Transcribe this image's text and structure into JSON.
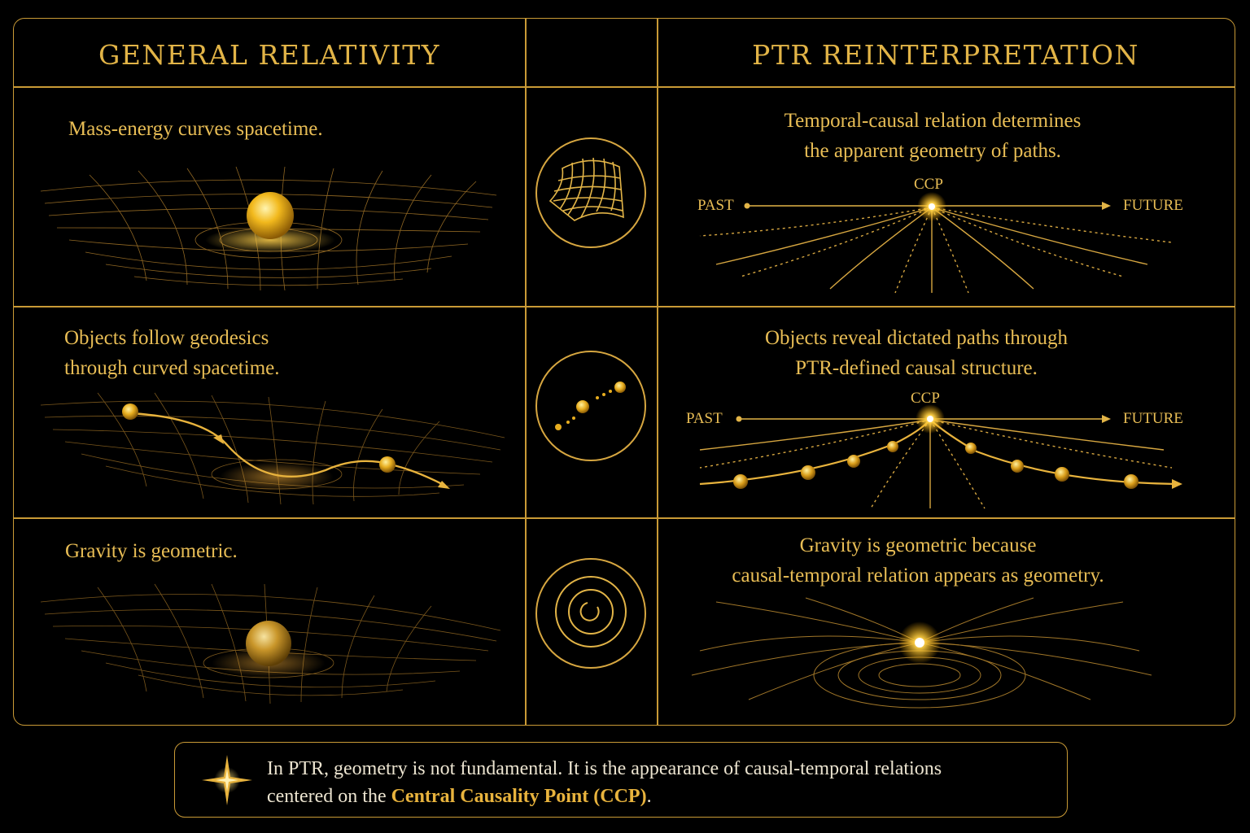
{
  "headers": {
    "left": "GENERAL RELATIVITY",
    "right": "PTR REINTERPRETATION"
  },
  "rows": [
    {
      "gr_caption": "Mass-energy curves spacetime.",
      "ptr_caption_line1": "Temporal-causal relation determines",
      "ptr_caption_line2": "the apparent geometry of paths.",
      "icon": "curved-grid-icon",
      "ptr_labels": {
        "past": "PAST",
        "future": "FUTURE",
        "ccp": "CCP"
      }
    },
    {
      "gr_caption_line1": "Objects follow geodesics",
      "gr_caption_line2": "through curved spacetime.",
      "ptr_caption_line1": "Objects reveal dictated paths through",
      "ptr_caption_line2": "PTR-defined causal structure.",
      "icon": "dotted-path-icon",
      "ptr_labels": {
        "past": "PAST",
        "future": "FUTURE",
        "ccp": "CCP"
      }
    },
    {
      "gr_caption": "Gravity is geometric.",
      "ptr_caption_line1": "Gravity is geometric because",
      "ptr_caption_line2": "causal-temporal relation appears as geometry.",
      "icon": "concentric-circles-icon"
    }
  ],
  "note": {
    "line1": "In PTR, geometry is not fundamental. It is the appearance of causal-temporal relations",
    "line2_prefix": "centered on the ",
    "highlight": "Central Causality Point (CCP)",
    "line2_suffix": ".",
    "icon": "four-point-star-icon"
  },
  "colors": {
    "gold": "#e2b447",
    "line": "#c99a36",
    "background": "#000000",
    "note_text": "#ece4d0"
  }
}
